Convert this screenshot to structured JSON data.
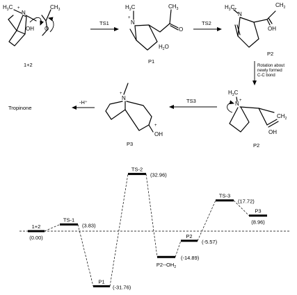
{
  "mechanism": {
    "reactant": {
      "label": "1+2",
      "atoms": {
        "h3c": "H",
        "h3c_sub": "3",
        "h3c_c": "C",
        "n": "N",
        "charge": "+",
        "oh": "OH",
        "ch3": "CH",
        "ch3_sub": "3",
        "o": "O"
      }
    },
    "p1": {
      "label": "P1",
      "atoms": {
        "h3c": "H",
        "h3c_sub": "3",
        "h3c_c": "C",
        "n": "N",
        "charge": "+",
        "ch3": "CH",
        "ch3_sub": "3",
        "o": "O",
        "water": "H",
        "water_sub": "2",
        "water_o": "O"
      }
    },
    "p2": {
      "label": "P2",
      "atoms": {
        "h3c": "H",
        "h3c_sub": "3",
        "h3c_c": "C",
        "n": "N",
        "charge": "+",
        "ch2": "CH",
        "ch2_sub": "2",
        "oh": "OH"
      }
    },
    "p2_rot": {
      "label": "P2",
      "atoms": {
        "h3c": "H",
        "h3c_sub": "3",
        "h3c_c": "C",
        "n": "N",
        "charge": "+",
        "ch2": "CH",
        "ch2_sub": "2",
        "oh": "OH"
      }
    },
    "p3": {
      "label": "P3",
      "atoms": {
        "n": "N",
        "charge": "+",
        "oh": "OH"
      }
    },
    "arrows": {
      "ts1": "TS1",
      "ts2": "TS2",
      "ts3": "TS3",
      "rotation_line1": "Rotation about",
      "rotation_line2": "newly formed",
      "rotation_line3": "C-C bond",
      "minus_h": "-H⁺"
    },
    "product": "Tropinone"
  },
  "energy_diagram": {
    "states": [
      {
        "name": "1+2",
        "energy_label": "(0.00)",
        "energy": 0.0
      },
      {
        "name": "TS-1",
        "energy_label": "(3.83)",
        "energy": 3.83
      },
      {
        "name": "P1",
        "energy_label": "(-31.76)",
        "energy": -31.76
      },
      {
        "name": "TS-2",
        "energy_label": "(32.96)",
        "energy": 32.96
      },
      {
        "name": "P2--OH",
        "name_sub": "2",
        "energy_label": "(-14.89)",
        "energy": -14.89
      },
      {
        "name": "P2",
        "energy_label": "(-5.57)",
        "energy": -5.57
      },
      {
        "name": "TS-3",
        "energy_label": "(17.72)",
        "energy": 17.72
      },
      {
        "name": "P3",
        "energy_label": "(8.96)",
        "energy": 8.96
      }
    ]
  }
}
